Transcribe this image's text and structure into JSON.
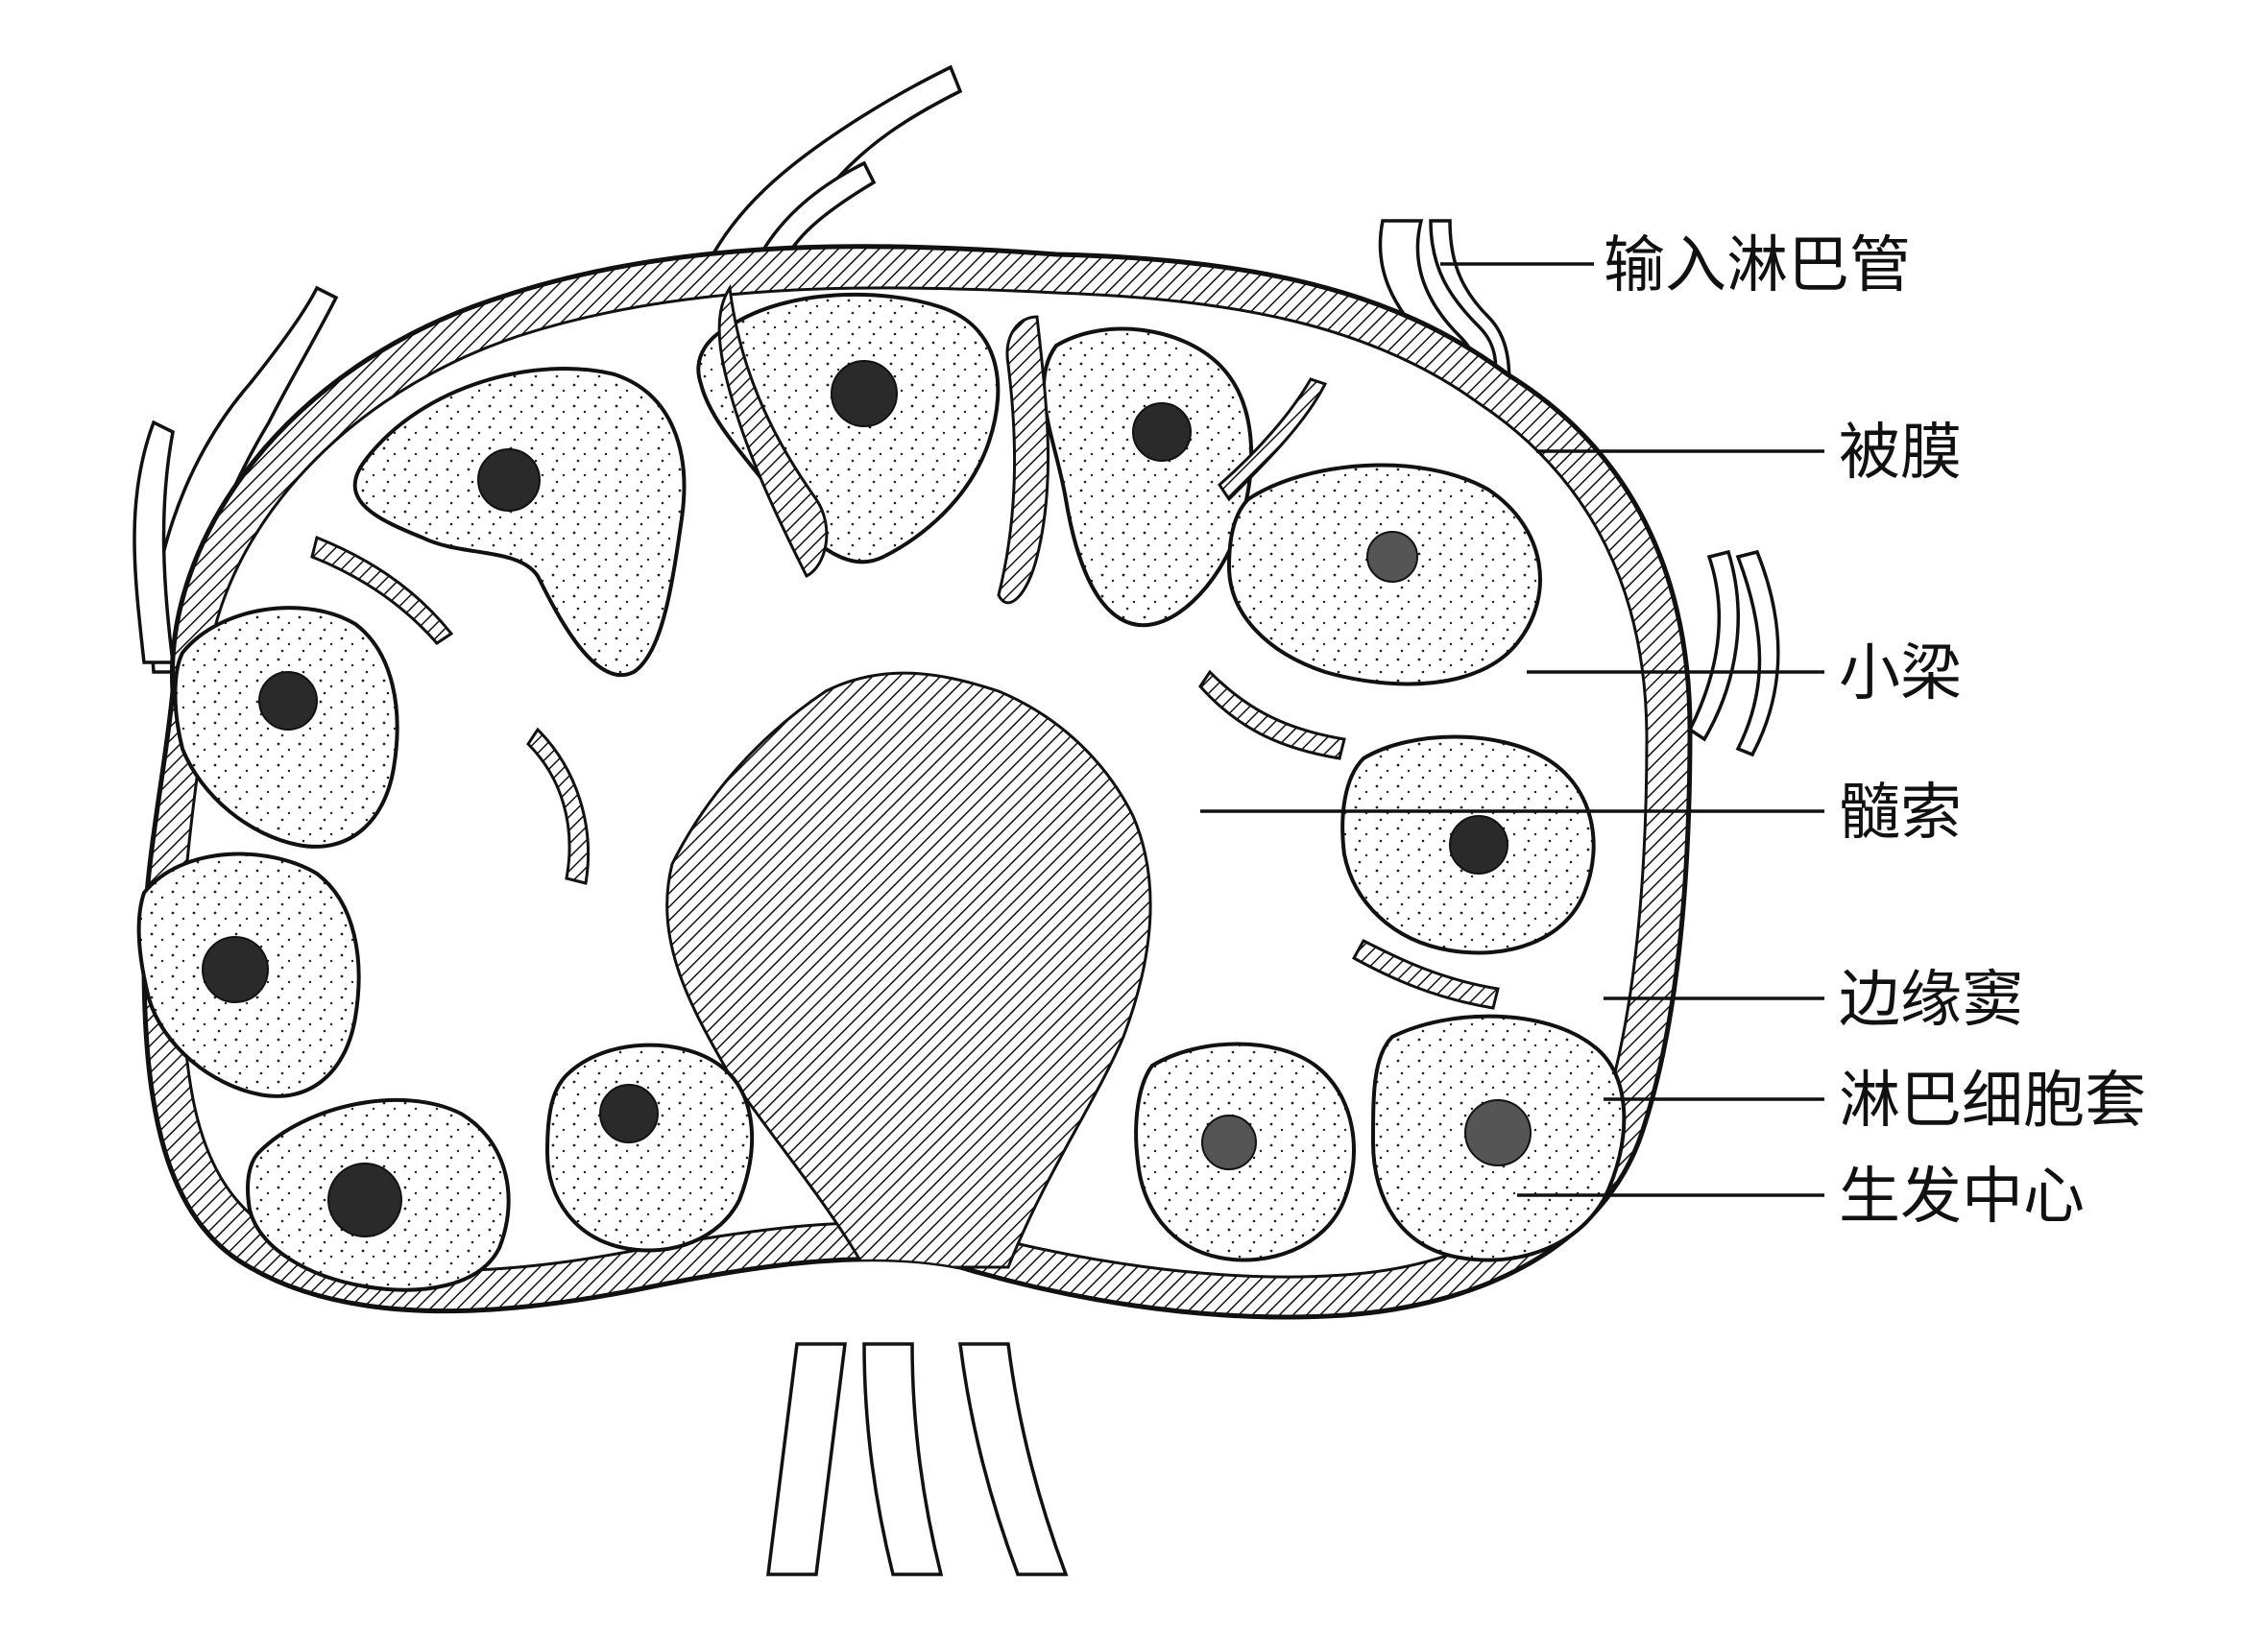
{
  "diagram": {
    "labels": [
      {
        "id": "afferent",
        "text": "输入淋巴管"
      },
      {
        "id": "capsule",
        "text": "被膜"
      },
      {
        "id": "trabecula",
        "text": "小梁"
      },
      {
        "id": "medullary-cord",
        "text": "髓索"
      },
      {
        "id": "marginal-sinus",
        "text": "边缘窦"
      },
      {
        "id": "mantle",
        "text": "淋巴细胞套"
      },
      {
        "id": "germinal-center",
        "text": "生发中心"
      }
    ],
    "colors": {
      "ink": "#111111",
      "paper": "#ffffff"
    }
  }
}
